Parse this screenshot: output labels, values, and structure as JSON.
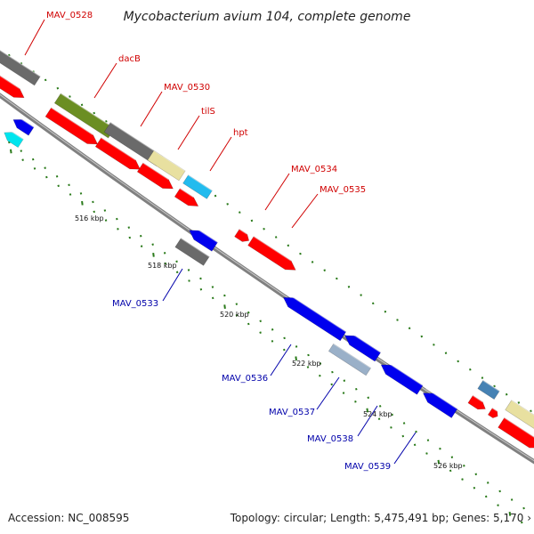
{
  "title": "Mycobacterium avium 104, complete genome",
  "footer": {
    "accession": "Accession: NC_008595",
    "topology": "Topology: circular; Length: 5,475,491 bp; Genes: 5,170 ›"
  },
  "scale_labels": [
    "516 kbp",
    "518 kbp",
    "520 kbp",
    "522 kbp",
    "524 kbp",
    "526 kbp"
  ],
  "gene_labels_forward": [
    "MAV_0528",
    "dacB",
    "MAV_0530",
    "tilS",
    "hpt",
    "MAV_0534",
    "MAV_0535"
  ],
  "gene_labels_reverse": [
    "MAV_0533",
    "MAV_0536",
    "MAV_0537",
    "MAV_0538",
    "MAV_0539"
  ],
  "colors": {
    "forward_label": "#d00000",
    "reverse_label": "#0000aa",
    "backbone": "#808080",
    "tick": "#2a7a1a",
    "cds_red": "#ff0000",
    "cds_blue": "#0000ee",
    "cds_gray": "#6a6a6a",
    "cds_olive": "#6b8e23",
    "cds_khaki": "#e8e0a0",
    "cds_cyan": "#22bbee",
    "cds_steel": "#4682b4"
  }
}
